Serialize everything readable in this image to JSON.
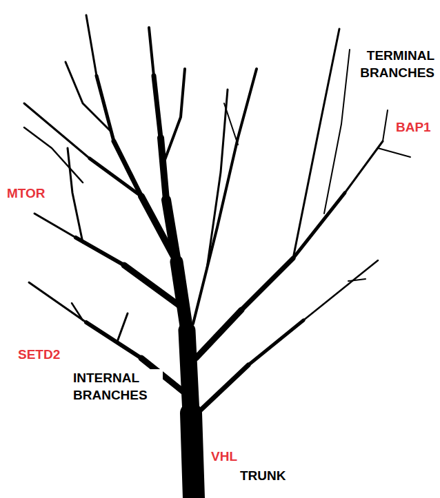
{
  "diagram": {
    "labels": [
      "TERMINAL BRANCHES",
      "BAP1",
      "MTOR",
      "SETD2",
      "INTERNAL BRANCHES",
      "VHL",
      "TRUNK"
    ]
  }
}
